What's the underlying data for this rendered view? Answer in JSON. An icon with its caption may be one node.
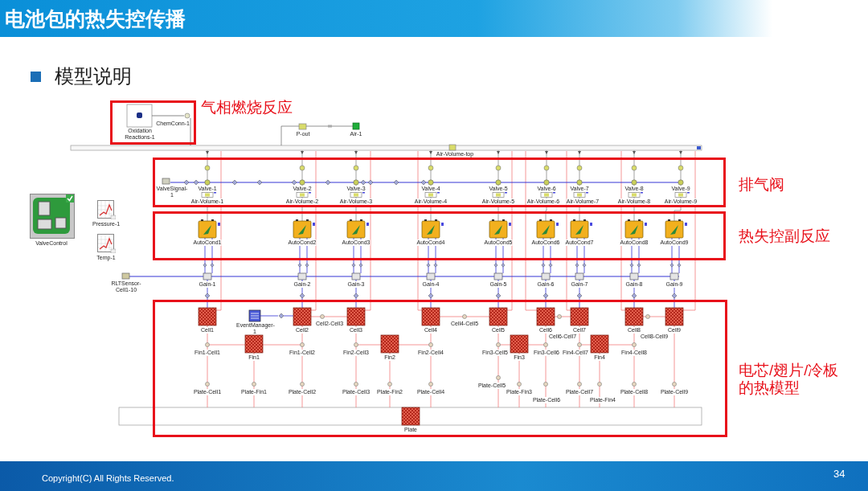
{
  "diagram": {
    "title": "电池包的热失控传播",
    "nodes": [
      {
        "text": [
          "气相燃烧反应"
        ]
      },
      {
        "text": [
          "排气阀"
        ]
      },
      {
        "text": [
          "热失控副反应"
        ]
      },
      {
        "text": [
          "电芯/翅片/冷板的热模型"
        ]
      }
    ],
    "labels": [
      "模型说明",
      "Oxidation Reactions-1",
      "ChemConn-1",
      "P-out",
      "Air-1",
      "Air-Volume-top",
      "ValveSignal-1",
      "Valve-1",
      "Valve-2",
      "Valve-3",
      "Valve-4",
      "Valve-5",
      "Valve-6",
      "Valve-7",
      "Valve-8",
      "Valve-9",
      "Air-Volume-1",
      "Air-Volume-2",
      "Air-Volume-3",
      "Air-Volume-4",
      "Air-Volume-5",
      "Air-Volume-6",
      "Air-Volume-7",
      "Air-Volume-8",
      "Air-Volume-9",
      "ValveControl",
      "Pressure-1",
      "AutoCond1",
      "AutoCond2",
      "AutoCond3",
      "AutoCond4",
      "AutoCond5",
      "AutoCond6",
      "AutoCond7",
      "AutoCond8",
      "AutoCond9",
      "Temp-1",
      "RLTSensor-Cell1-10",
      "Gain-1",
      "Gain-2",
      "Gain-3",
      "Gain-4",
      "Gain-5",
      "Gain-6",
      "Gain-7",
      "Gain-8",
      "Gain-9",
      "Cell1",
      "EventManager-1",
      "Cell2",
      "Cell2-Cell3",
      "Cell3",
      "Cell4",
      "Cell4-Cell5",
      "Cell5",
      "Cell6",
      "Cell6-Cell7",
      "Cell7",
      "Cell8",
      "Cell8-Cell9",
      "Cell9",
      "Fin1-Cell1",
      "Fin1",
      "Fin1-Cell2",
      "Fin2-Cell3",
      "Fin2",
      "Fin2-Cell4",
      "Fin3-Cell5",
      "Fin3",
      "Fin3-Cell6",
      "Fin4-Cell7",
      "Fin4",
      "Fin4-Cell8",
      "Plate-Cell1",
      "Plate-Fin1",
      "Plate-Cell2",
      "Plate-Cell3",
      "Plate-Fin2",
      "Plate-Cell4",
      "Plate-Cell5",
      "Plate-Fin3",
      "Plate-Cell6",
      "Plate-Cell7",
      "Plate-Fin4",
      "Plate-Cell8",
      "Plate-Cell9",
      "Plate",
      "Copyright(C) All Rights Reserved.",
      "34"
    ]
  }
}
